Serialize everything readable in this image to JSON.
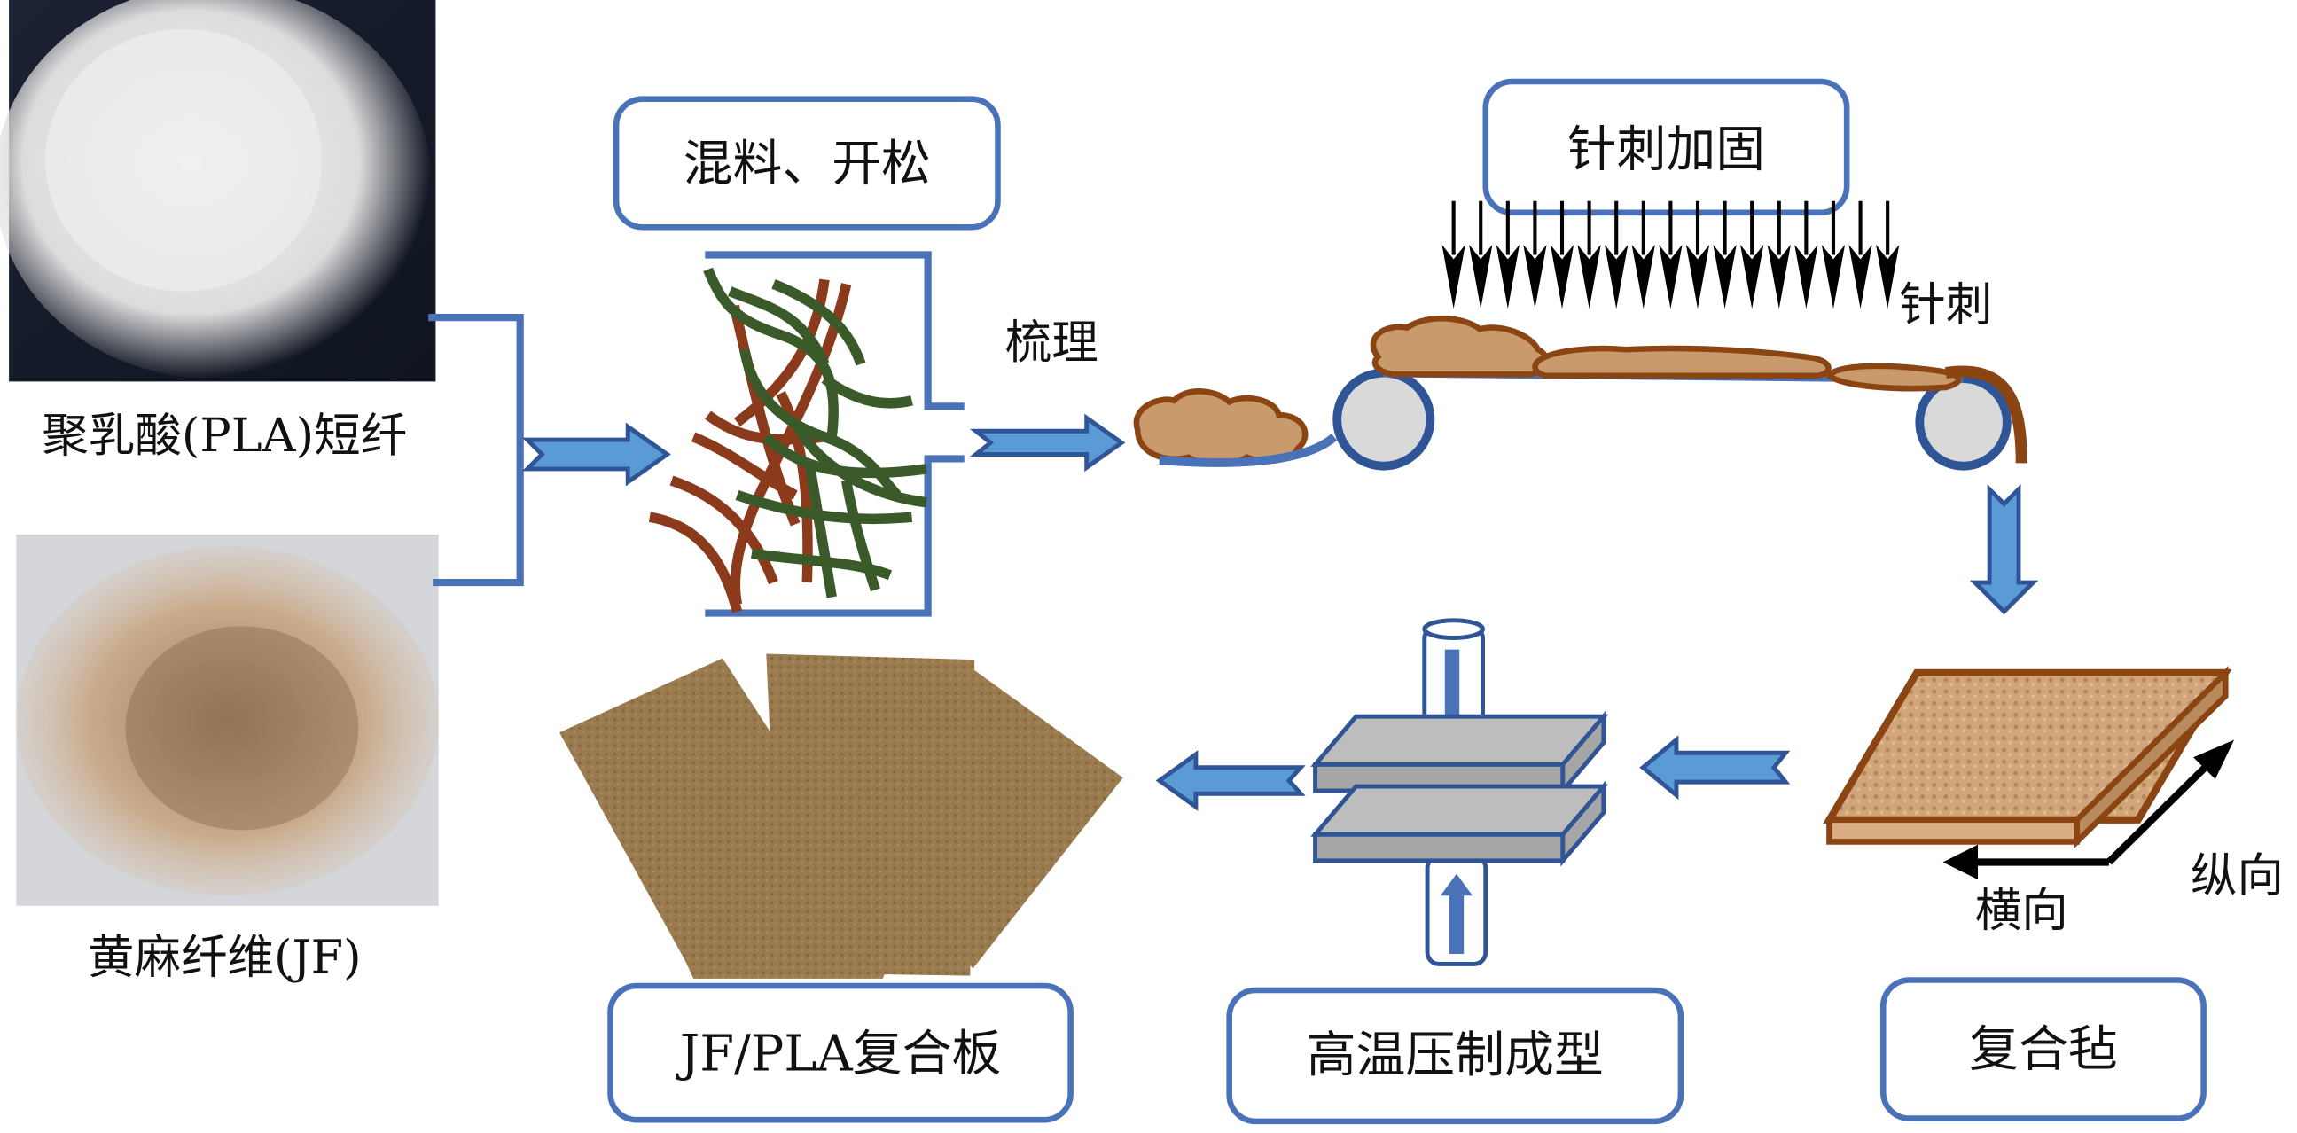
{
  "title": "JF/PLA复合板制备工艺流程",
  "materials": {
    "pla": {
      "label": "聚乳酸(PLA)短纤",
      "photo": "pla-fiber-photo"
    },
    "jf": {
      "label": "黄麻纤维(JF)",
      "photo": "jute-fiber-photo"
    }
  },
  "steps": {
    "mixing": "混料、开松",
    "carding": "梳理",
    "needle_box": "针刺加固",
    "needle_label": "针刺",
    "felt": "复合毡",
    "pressing": "高温压制成型",
    "product": "JF/PLA复合板"
  },
  "axes": {
    "transverse": "横向",
    "longitudinal": "纵向"
  },
  "colors": {
    "accent_blue": "#4a72b8",
    "arrow_fill": "#5b9bd5",
    "arrow_stroke": "#2f5597",
    "jute_brown": "#8b3a1c",
    "pla_green": "#3b5a2a",
    "felt_tan": "#c99a6b",
    "plate_gray": "#bdbdbd"
  }
}
